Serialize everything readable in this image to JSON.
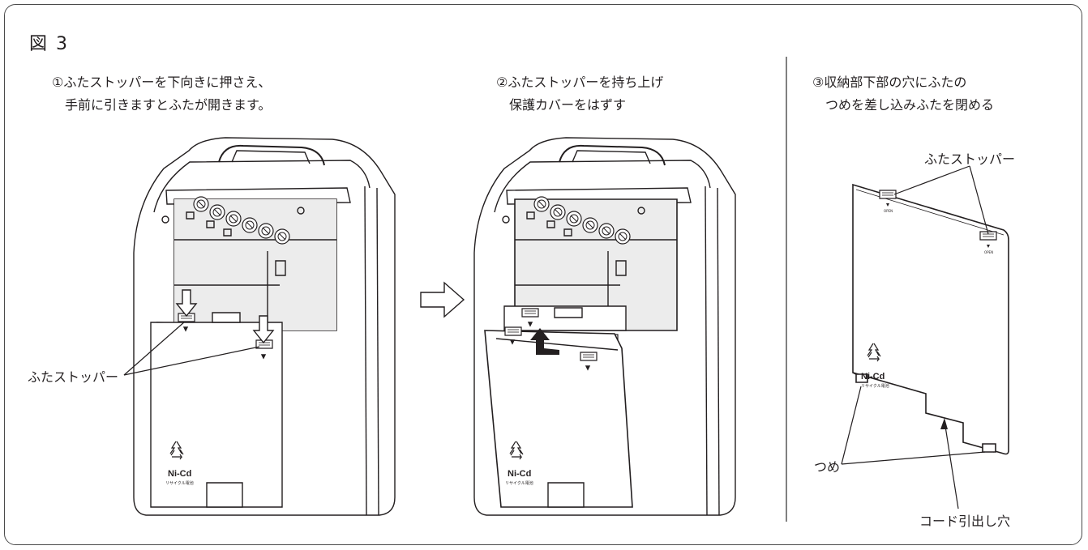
{
  "figure": {
    "title": "図 3"
  },
  "steps": [
    {
      "text": "①ふたストッパーを下向きに押さえ、\n　手前に引きますとふたが開きます。"
    },
    {
      "text": "②ふたストッパーを持ち上げ\n　保護カバーをはずす"
    },
    {
      "text": "③収納部下部の穴にふたの\n　つめを差し込みふたを閉める"
    }
  ],
  "labels": {
    "stopper_left": "ふたストッパー",
    "stopper_right": "ふたストッパー",
    "claw": "つめ",
    "cord_hole": "コード引出し穴"
  },
  "cover_marks": {
    "battery_brand": "Ni-Cd",
    "battery_note": "リサイクル電池",
    "open_mark": "OPEN"
  },
  "colors": {
    "line": "#231f20",
    "frame": "#4a4a4a"
  },
  "icons": [
    "recycle-icon",
    "arrow-right-icon",
    "arrow-up-icon",
    "arrow-down-icon"
  ]
}
